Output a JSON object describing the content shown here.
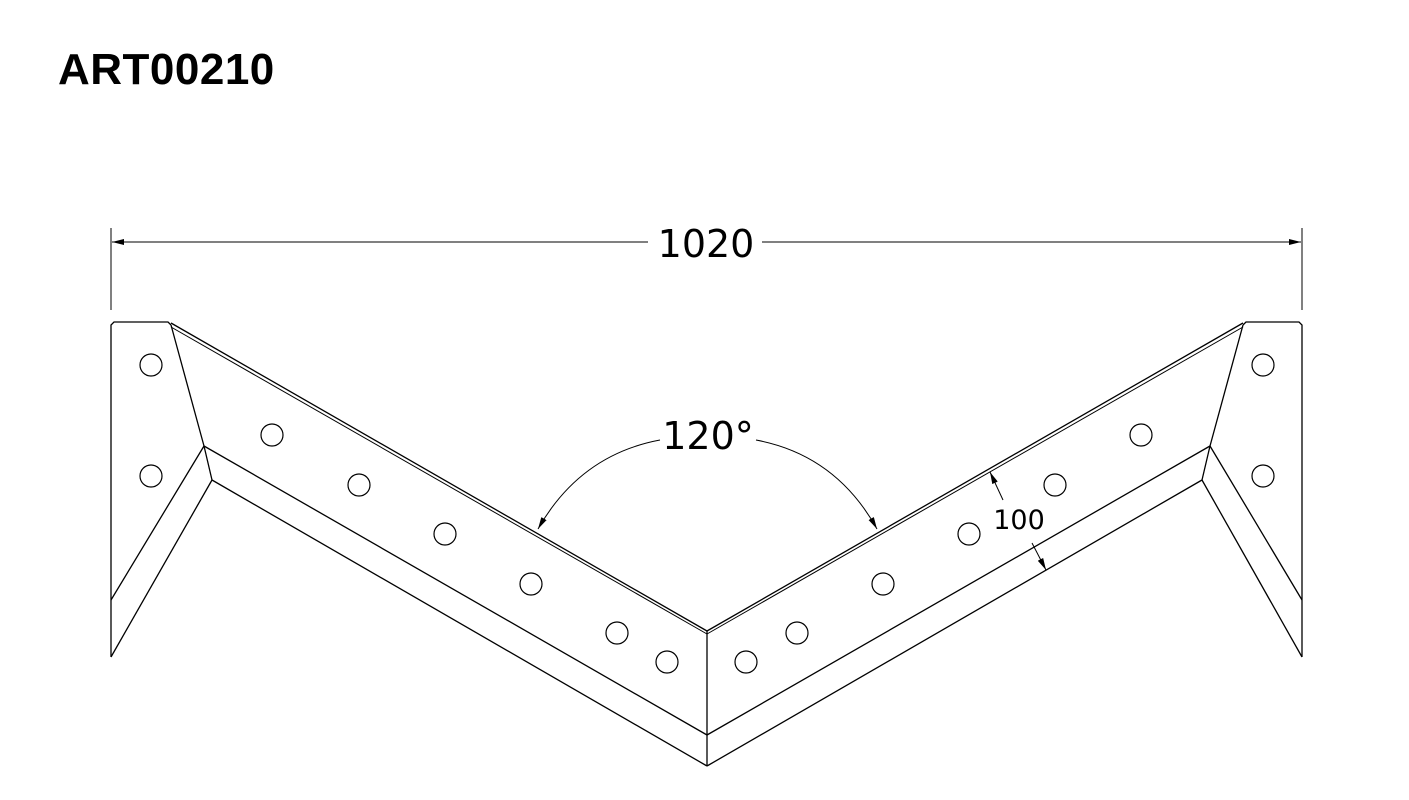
{
  "drawing": {
    "part_number": "ART00210",
    "dimensions": {
      "overall_width": "1020",
      "angle": "120°",
      "flange_height": "100"
    }
  }
}
